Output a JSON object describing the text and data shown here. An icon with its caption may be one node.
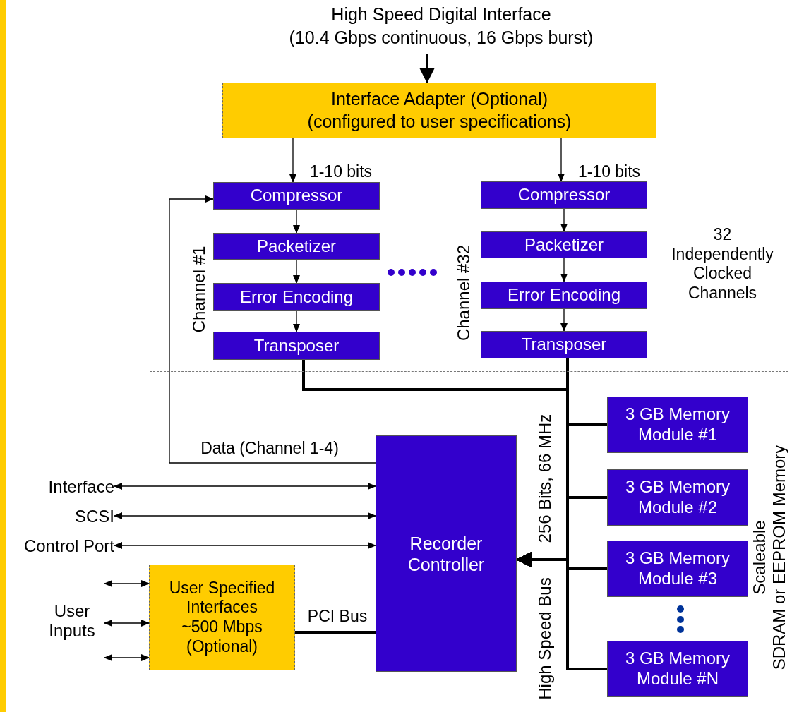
{
  "diagram": {
    "nodes": [
      {
        "text": [
          "High Speed Digital Interface",
          "(10.4 Gbps continuous, 16 Gbps burst)"
        ]
      },
      {
        "text": [
          "Interface Adapter (Optional)",
          "(configured to user specifications)"
        ]
      },
      {
        "text": [
          "32 Independently Clocked Channels"
        ]
      },
      {
        "text": [
          "Compressor"
        ],
        "in": 2
      },
      {
        "text": [
          "Packetizer"
        ],
        "in": 2
      },
      {
        "text": [
          "Error Encoding"
        ],
        "in": 2
      },
      {
        "text": [
          "Transposer"
        ],
        "in": 2
      },
      {
        "text": [
          "Compressor"
        ],
        "in": 2
      },
      {
        "text": [
          "Packetizer"
        ],
        "in": 2
      },
      {
        "text": [
          "Error Encoding"
        ],
        "in": 2
      },
      {
        "text": [
          "Transposer"
        ],
        "in": 2
      },
      {
        "text": [
          "3 GB Memory Module #1"
        ]
      },
      {
        "text": [
          "3 GB Memory Module #2"
        ]
      },
      {
        "text": [
          "3 GB Memory Module #3"
        ]
      },
      {
        "text": [
          "3 GB Memory Module #N"
        ]
      },
      {
        "text": [
          "Recorder Controller"
        ]
      },
      {
        "text": [
          "Interface"
        ]
      },
      {
        "text": [
          "SCSI"
        ]
      },
      {
        "text": [
          "Control Port"
        ]
      },
      {
        "text": [
          "User Specified Interfaces ~500 Mbps (Optional)"
        ]
      },
      {
        "text": [
          "User Inputs"
        ]
      }
    ],
    "edges": [
      {
        "from": 0,
        "to": 1,
        "arrow": "to",
        "style": "thick"
      },
      {
        "from": 1,
        "to": 3,
        "arrow": "to",
        "label": "1-10 bits"
      },
      {
        "from": 1,
        "to": 7,
        "arrow": "to",
        "label": "1-10 bits"
      },
      {
        "from": 3,
        "to": 4,
        "arrow": "to"
      },
      {
        "from": 4,
        "to": 5,
        "arrow": "to"
      },
      {
        "from": 5,
        "to": 6,
        "arrow": "to"
      },
      {
        "from": 7,
        "to": 8,
        "arrow": "to"
      },
      {
        "from": 8,
        "to": 9,
        "arrow": "to"
      },
      {
        "from": 9,
        "to": 10,
        "arrow": "to"
      },
      {
        "from": 6,
        "to": 15,
        "arrow": "to",
        "style": "thick"
      },
      {
        "from": 10,
        "to": 15,
        "arrow": "to",
        "style": "thick"
      },
      {
        "from": 11,
        "to": 15,
        "arrow": "to",
        "style": "thick"
      },
      {
        "from": 12,
        "to": 15,
        "arrow": "to",
        "style": "thick"
      },
      {
        "from": 13,
        "to": 15,
        "arrow": "to",
        "style": "thick"
      },
      {
        "from": 14,
        "to": 15,
        "arrow": "to",
        "style": "thick"
      },
      {
        "from": 15,
        "to": 3,
        "arrow": "to",
        "label": "Data (Channel 1-4)"
      },
      {
        "from": 16,
        "to": 15,
        "arrow": "both"
      },
      {
        "from": 17,
        "to": 15,
        "arrow": "both"
      },
      {
        "from": 18,
        "to": 15,
        "arrow": "both"
      },
      {
        "from": 20,
        "to": 19,
        "arrow": "both"
      },
      {
        "from": 20,
        "to": 19,
        "arrow": "both"
      },
      {
        "from": 20,
        "to": 19,
        "arrow": "both"
      },
      {
        "from": 19,
        "to": 15,
        "arrow": "none",
        "style": "thick",
        "label": "PCI Bus"
      }
    ],
    "labels": [
      "Channel #1",
      "Channel #32",
      "256 Bits, 66 MHz",
      "High Speed Bus",
      "Scaleable",
      "SDRAM or EEPROM Memory"
    ]
  }
}
